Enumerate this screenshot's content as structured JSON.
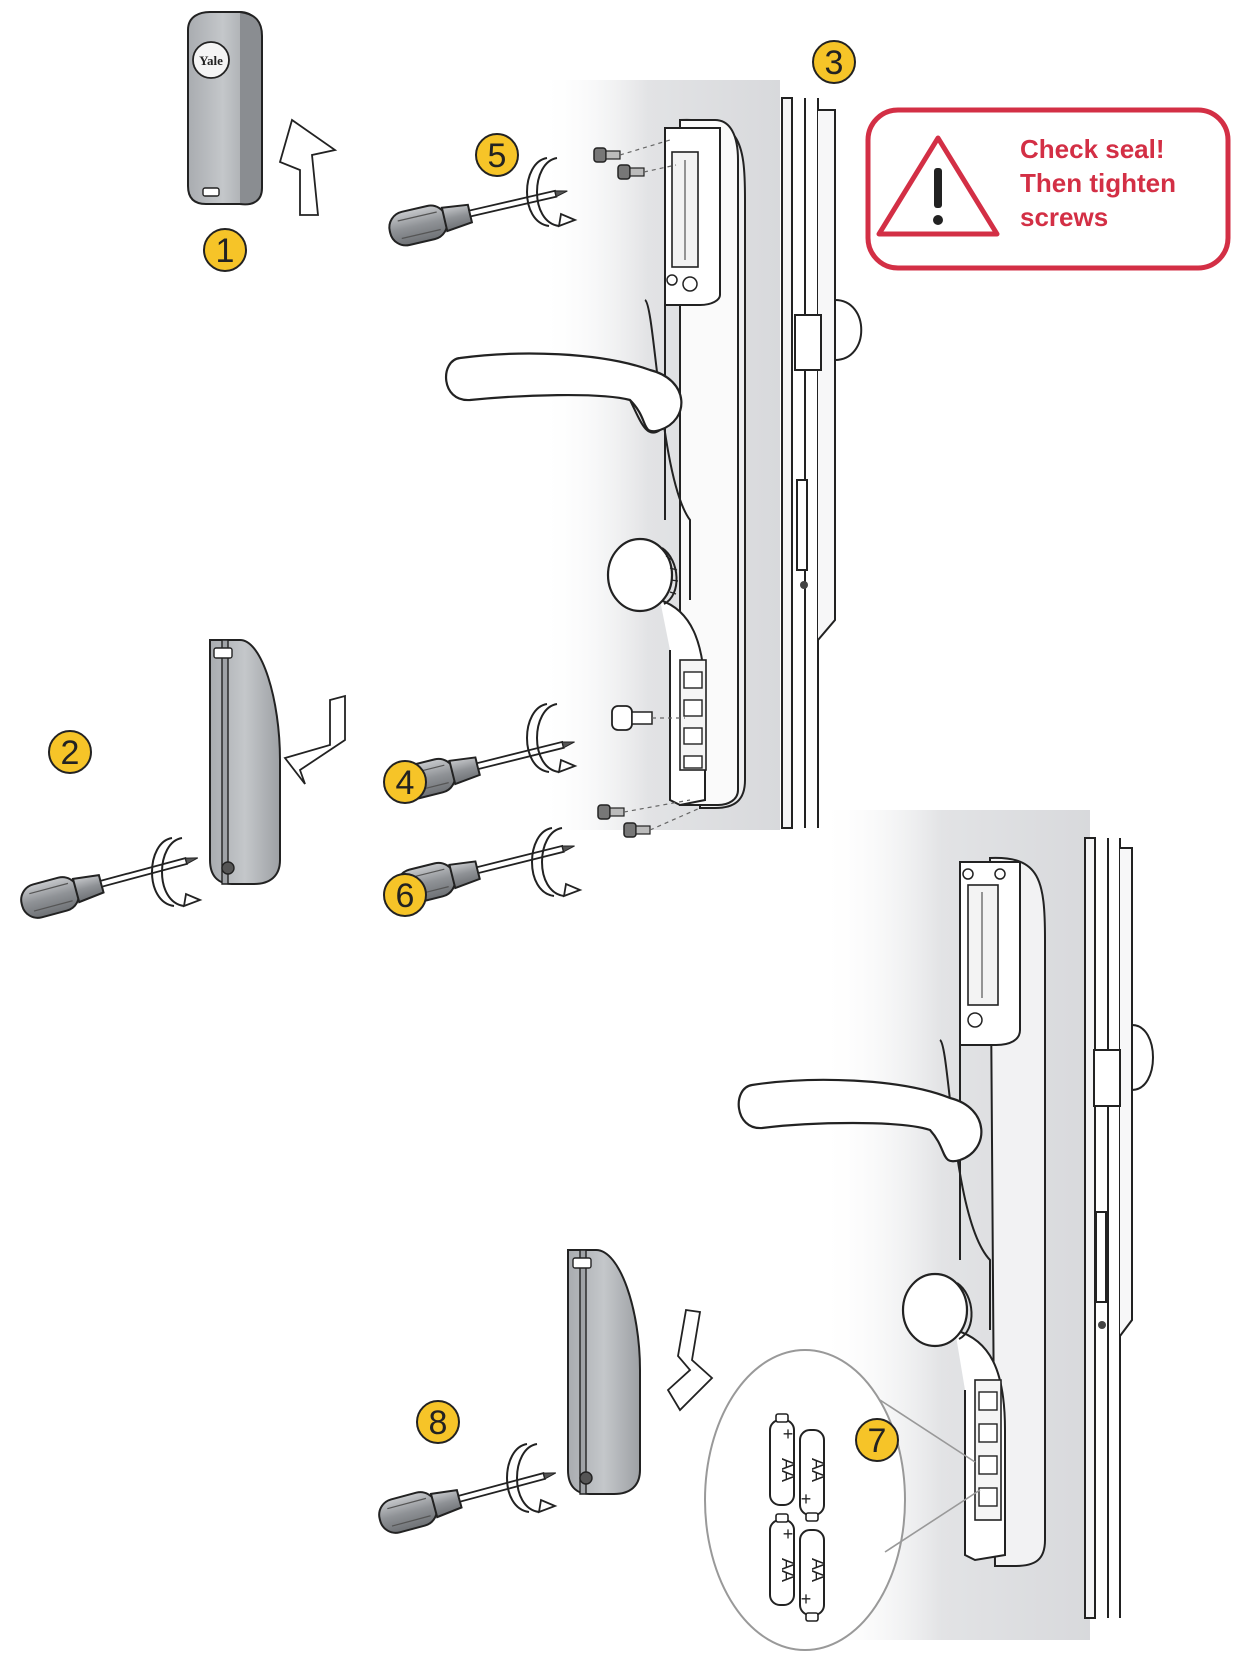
{
  "warning": {
    "lines": [
      "Check seal!",
      "Then tighten",
      "screws"
    ],
    "color": "#d32f45"
  },
  "steps": [
    {
      "label": "1"
    },
    {
      "label": "2"
    },
    {
      "label": "3"
    },
    {
      "label": "4"
    },
    {
      "label": "5"
    },
    {
      "label": "6"
    },
    {
      "label": "7"
    },
    {
      "label": "8"
    }
  ],
  "cover": {
    "logo": "Yale"
  },
  "batteries": {
    "label": "AA",
    "polarity": "+"
  },
  "colors": {
    "badge_fill": "#f6c428",
    "badge_stroke": "#222222",
    "cover_fill": "#b9bcc0",
    "wall_shade": "#e4e5e7",
    "line": "#222222"
  },
  "icons": {
    "warning": "warning-triangle-icon",
    "screwdriver": "screwdriver-icon",
    "rotate": "rotate-arrow-icon"
  }
}
